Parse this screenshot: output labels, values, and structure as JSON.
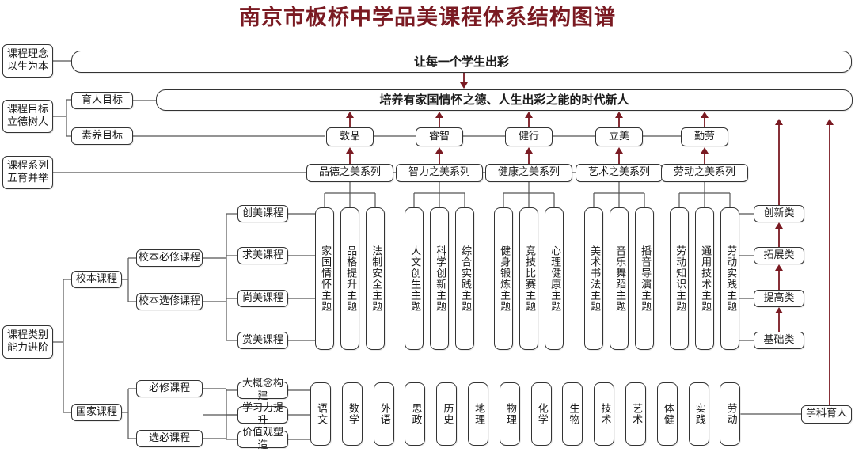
{
  "title": "南京市板桥中学品美课程体系结构图谱",
  "left_labels": [
    "课程理念\n以生为本",
    "课程目标\n立德树人",
    "课程系列\n五育并举",
    "课程类别\n能力进阶"
  ],
  "idea_band": "让每一个学生出彩",
  "goal_labels": {
    "educate": "育人目标",
    "literacy": "素养目标"
  },
  "goal_band": "培养有家国情怀之德、人生出彩之能的时代新人",
  "qualities": [
    "敦品",
    "睿智",
    "健行",
    "立美",
    "勤劳"
  ],
  "series": [
    "品德之美系列",
    "智力之美系列",
    "健康之美系列",
    "艺术之美系列",
    "劳动之美系列"
  ],
  "school_courses": {
    "root": "校本课程",
    "types": [
      "校本必修课程",
      "校本选修课程"
    ],
    "beauty": [
      "创美课程",
      "求美课程",
      "尚美课程",
      "赏美课程"
    ]
  },
  "theme_columns": [
    "家国情怀主题",
    "品格提升主题",
    "法制安全主题",
    "人文创生主题",
    "科学创新主题",
    "综合实践主题",
    "健身锻炼主题",
    "竞技比赛主题",
    "心理健康主题",
    "美术书法主题",
    "音乐舞蹈主题",
    "播音导演主题",
    "劳动知识主题",
    "通用技术主题",
    "劳动实践主题"
  ],
  "levels": [
    "创新类",
    "拓展类",
    "提高类",
    "基础类"
  ],
  "national": {
    "root": "国家课程",
    "types": [
      "必修课程",
      "选必课程"
    ],
    "aims": [
      "大概念构建",
      "学习力提升",
      "价值观塑造"
    ],
    "subjects": [
      "语文",
      "数学",
      "外语",
      "思政",
      "历史",
      "地理",
      "物理",
      "化学",
      "生物",
      "技术",
      "艺术",
      "体健",
      "实践",
      "劳动"
    ]
  },
  "subject_education": "学科育人"
}
